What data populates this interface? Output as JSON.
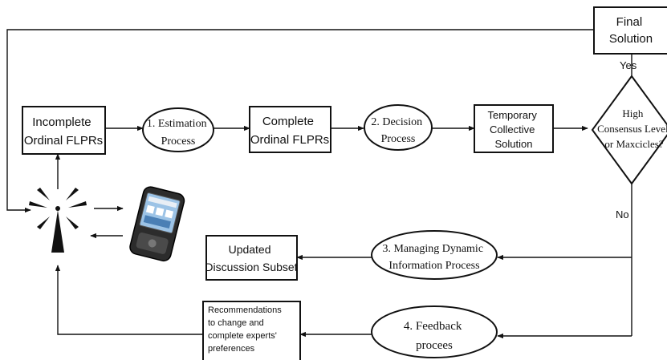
{
  "nodes": {
    "final_solution": [
      "Final",
      "Solution"
    ],
    "incomplete_flprs": [
      "Incomplete",
      "Ordinal FLPRs"
    ],
    "estimation": [
      "1. Estimation",
      "Process"
    ],
    "complete_flprs": [
      "Complete",
      "Ordinal FLPRs"
    ],
    "decision": [
      "2. Decision",
      "Process"
    ],
    "temporary_solution": [
      "Temporary",
      "Collective",
      "Solution"
    ],
    "consensus_check": [
      "High",
      "Consensus Level",
      "or Maxcicles?"
    ],
    "managing_dynamic": [
      "3. Managing Dynamic",
      "Information Process"
    ],
    "updated_subset": [
      "Updated",
      "Discussion Subset"
    ],
    "feedback": [
      "4. Feedback",
      "procees"
    ],
    "recommendations": [
      "Recommendations",
      "to change and",
      "complete experts'",
      "preferences"
    ]
  },
  "edge_labels": {
    "yes": "Yes",
    "no": "No"
  },
  "icons": {
    "antenna": "antenna-icon",
    "phone": "mobile-phone-icon"
  }
}
